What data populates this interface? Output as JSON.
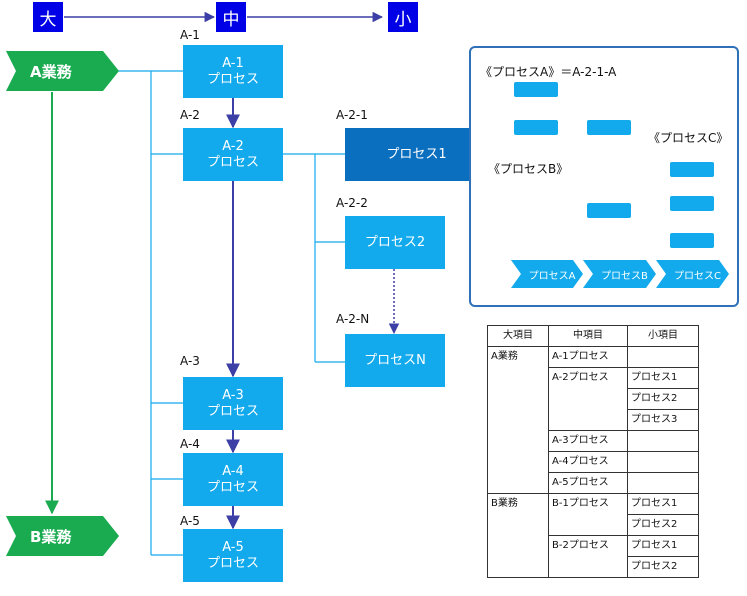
{
  "levels": [
    "大",
    "中",
    "小"
  ],
  "tags": {
    "a": "A業務",
    "b": "B業務"
  },
  "codes": [
    "A-1",
    "A-2",
    "A-3",
    "A-4",
    "A-5",
    "A-2-1",
    "A-2-2",
    "A-2-N"
  ],
  "boxes": {
    "a1": [
      "A-1",
      "プロセス"
    ],
    "a2": [
      "A-2",
      "プロセス"
    ],
    "a3": [
      "A-3",
      "プロセス"
    ],
    "a4": [
      "A-4",
      "プロセス"
    ],
    "a5": [
      "A-5",
      "プロセス"
    ],
    "p1": "プロセス1",
    "p2": "プロセス2",
    "pn": "プロセスN"
  },
  "panel": {
    "title_a": "《プロセスA》＝A-2-1-A",
    "title_b": "《プロセスB》",
    "title_c": "《プロセスC》",
    "chevrons": [
      "プロセスA",
      "プロセスB",
      "プロセスC"
    ]
  },
  "table": {
    "headers": [
      "大項目",
      "中項目",
      "小項目"
    ],
    "a_major": "A業務",
    "b_major": "B業務",
    "mid": [
      "A-1プロセス",
      "A-2プロセス",
      "A-3プロセス",
      "A-4プロセス",
      "A-5プロセス",
      "B-1プロセス",
      "B-2プロセス"
    ],
    "small": [
      "プロセス1",
      "プロセス2",
      "プロセス3",
      "プロセス1",
      "プロセス2",
      "プロセス1",
      "プロセス2"
    ]
  },
  "colors": {
    "header": "#0000e6",
    "box": "#12aaec",
    "box_dark": "#0b6fbf",
    "tag": "#1aaa50",
    "arrow": "#3b3fa6"
  }
}
